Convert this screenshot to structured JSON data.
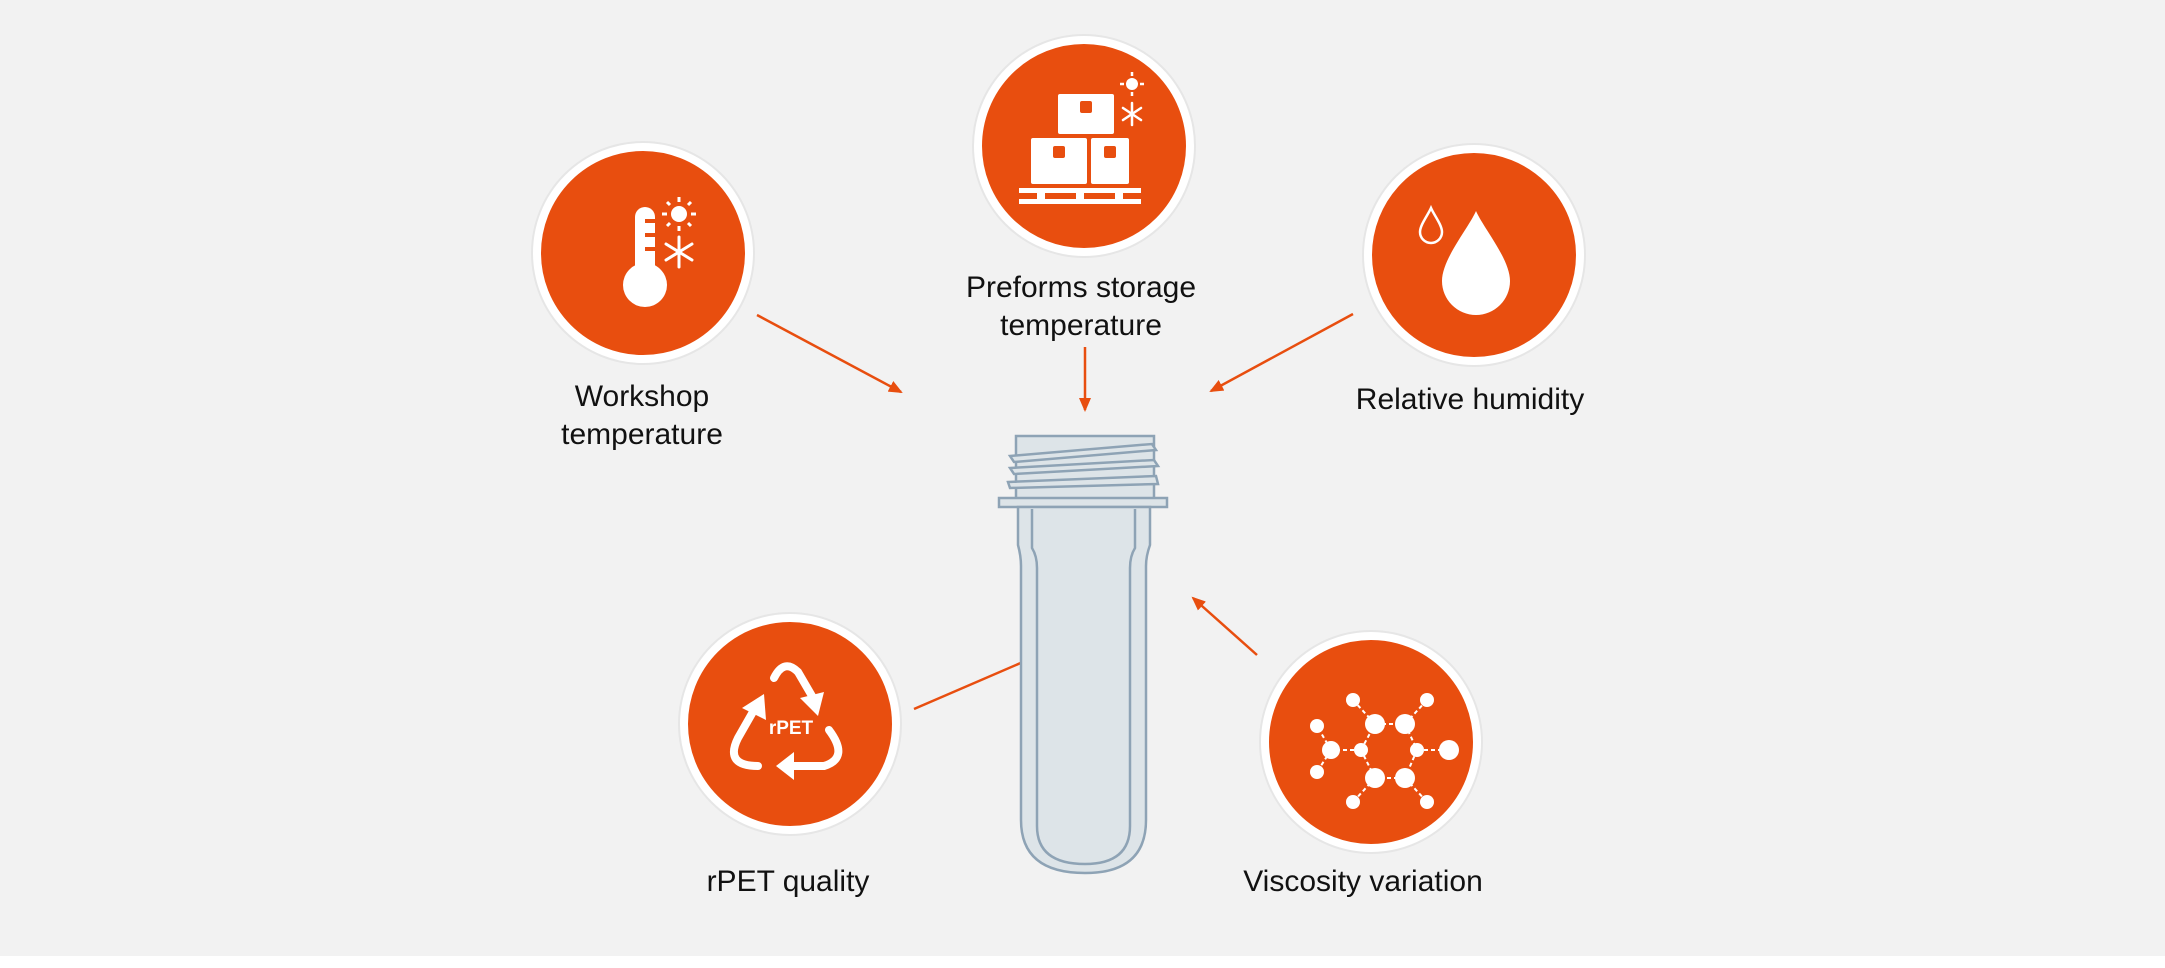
{
  "diagram": {
    "accent_color": "#e84e0f",
    "preform_color": "#dde4e8",
    "preform_stroke": "#8ea3b5",
    "center": {
      "name": "preform",
      "icon": "preform-tube-icon"
    },
    "factors": [
      {
        "id": "workshop-temperature",
        "label": "Workshop\ntemperature",
        "icon": "thermometer-sun-snowflake-icon"
      },
      {
        "id": "preforms-storage-temperature",
        "label": "Preforms storage\ntemperature",
        "icon": "stacked-boxes-pallet-icon"
      },
      {
        "id": "relative-humidity",
        "label": "Relative humidity",
        "icon": "water-drops-icon"
      },
      {
        "id": "rpet-quality",
        "label": "rPET quality",
        "icon": "recycle-rpet-icon",
        "icon_text": "rPET"
      },
      {
        "id": "viscosity-variation",
        "label": "Viscosity variation",
        "icon": "molecule-icon"
      }
    ]
  }
}
